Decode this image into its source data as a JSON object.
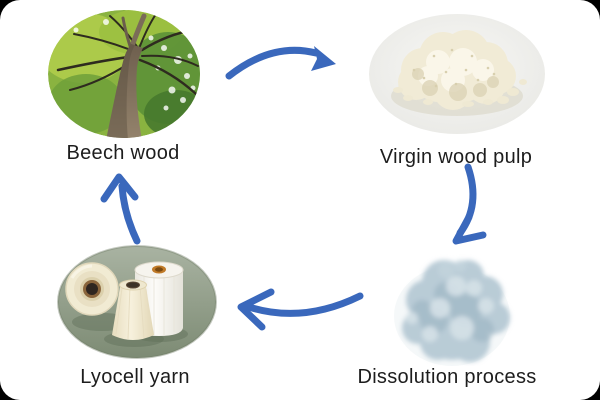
{
  "colors": {
    "arrow": "#3a68bc",
    "label_text": "#1d1d1d",
    "background": "#ffffff"
  },
  "diagram": {
    "type": "cycle",
    "nodes": [
      {
        "id": "beech-wood",
        "label": "Beech wood",
        "image": "beech-tree-canopy-photo"
      },
      {
        "id": "virgin-wood-pulp",
        "label": "Virgin wood pulp",
        "image": "wood-pulp-pile-photo"
      },
      {
        "id": "dissolution-process",
        "label": "Dissolution process",
        "image": "dissolving-pulp-cloud-photo"
      },
      {
        "id": "lyocell-yarn",
        "label": "Lyocell yarn",
        "image": "yarn-cones-photo"
      }
    ],
    "edges": [
      {
        "from": "beech-wood",
        "to": "virgin-wood-pulp"
      },
      {
        "from": "virgin-wood-pulp",
        "to": "dissolution-process"
      },
      {
        "from": "dissolution-process",
        "to": "lyocell-yarn"
      },
      {
        "from": "lyocell-yarn",
        "to": "beech-wood"
      }
    ]
  }
}
